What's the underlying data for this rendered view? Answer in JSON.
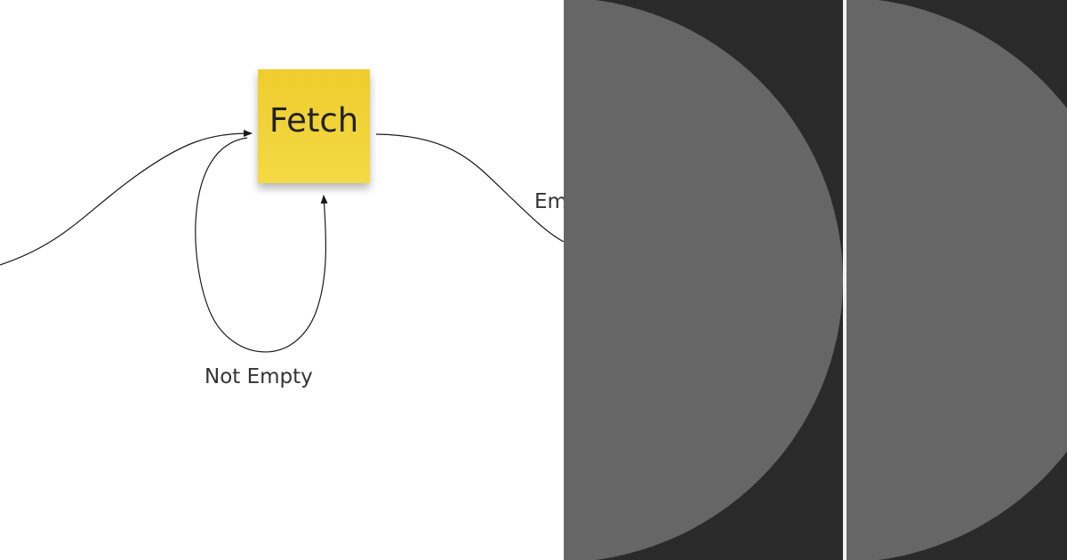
{
  "diagram": {
    "node": {
      "label": "Fetch",
      "color": "#f1d33a"
    },
    "edges": {
      "loop_label": "Not Empty",
      "exit_label": "Em"
    }
  },
  "panels": {
    "background_color": "#2a2a2a",
    "shape_color": "#666666"
  }
}
